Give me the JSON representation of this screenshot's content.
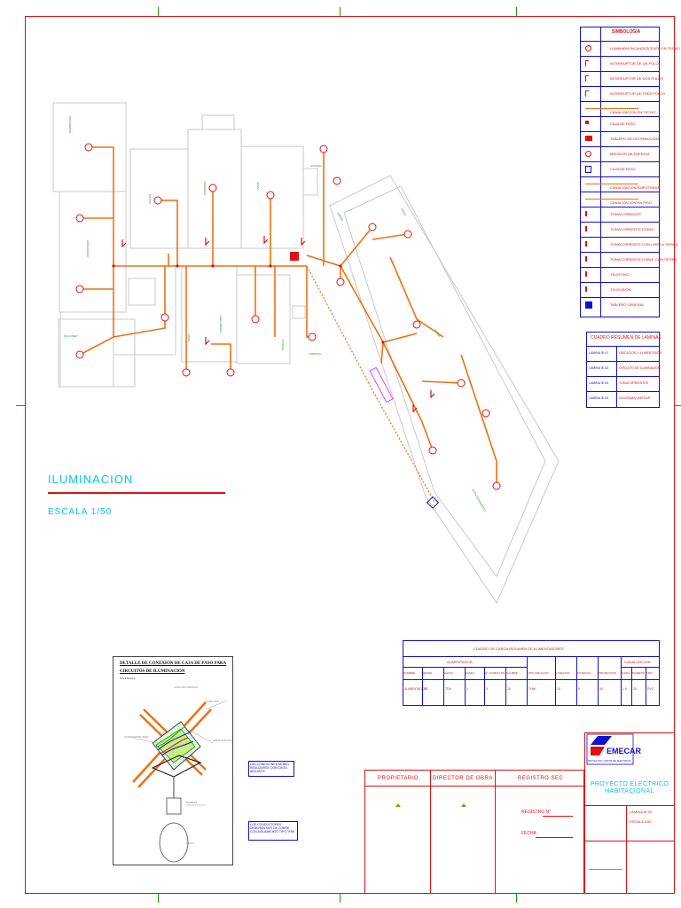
{
  "title": {
    "main": "ILUMINACION",
    "scale": "ESCALA 1/50"
  },
  "colors": {
    "frame": "#e01010",
    "table_border": "#1010d0",
    "cyan_text": "#00c8e0",
    "circuit": "#f07010",
    "wall": "#c8c8c8",
    "green_label": "#10a010"
  },
  "legend": {
    "header": "SIMBOLOGIA",
    "items": [
      {
        "label": "LUMINARIA INCANDESCENTE EN TECHO",
        "icon": "ceiling-light-icon"
      },
      {
        "label": "INTERRUPTOR DE UN POLO",
        "icon": "switch-single-icon"
      },
      {
        "label": "INTERRUPTOR DE DOS POLOS",
        "icon": "switch-double-icon"
      },
      {
        "label": "INTERRUPTOR DE TRES POLOS",
        "icon": "switch-triple-icon"
      },
      {
        "label": "CANALIZACION EN TECHO",
        "icon": "ceiling-conduit-icon"
      },
      {
        "label": "CAJA DE PASO",
        "icon": "junction-box-icon"
      },
      {
        "label": "TABLERO DE DISTRIBUCION",
        "icon": "distribution-board-icon"
      },
      {
        "label": "MEDIDOR DE ENERGIA",
        "icon": "meter-icon"
      },
      {
        "label": "CAJA DE PASO",
        "icon": "pass-box-icon"
      },
      {
        "label": "CANALIZACION EMPOTRADA",
        "icon": "embedded-conduit-icon"
      },
      {
        "label": "CANALIZACION EN PISO",
        "icon": "floor-conduit-icon"
      },
      {
        "label": "TOMACORRIENTE",
        "icon": "outlet-icon"
      },
      {
        "label": "TOMACORRIENTE DOBLE",
        "icon": "double-outlet-icon"
      },
      {
        "label": "TOMACORRIENTE CON LINEA A TIERRA",
        "icon": "ground-outlet-icon"
      },
      {
        "label": "TOMACORRIENTE DOBLE CON TIERRA",
        "icon": "ground-double-outlet-icon"
      },
      {
        "label": "TELEFONO",
        "icon": "telephone-icon"
      },
      {
        "label": "TELEVISION",
        "icon": "tv-icon"
      },
      {
        "label": "TABLERO GENERAL",
        "icon": "main-board-icon"
      }
    ]
  },
  "lamp_table": {
    "header": "CUADRO RESUMEN DE LAMINAS",
    "rows": [
      {
        "code": "LAMINA IE-01",
        "desc": "UBICACION Y ALIMENTADOR"
      },
      {
        "code": "LAMINA IE-02",
        "desc": "CIRCUITO DE ILUMINACION"
      },
      {
        "code": "LAMINA IE-03",
        "desc": "TOMACORRIENTES"
      },
      {
        "code": "LAMINA IE-04",
        "desc": "DIAGRAMA UNIFILAR"
      }
    ]
  },
  "feeder_table": {
    "header": "CUADRO DE CARGA RESUMEN DE ALIMENTADORES",
    "group_left": "ALIMENTADOR",
    "group_right": "CANALIZACION",
    "columns": [
      "NOMBRE",
      "DESDE",
      "HASTA",
      "FASES",
      "N° CONDUCTORES",
      "CALIBRE",
      "TIPO AISLACION",
      "LONGITUD",
      "POTENCIA",
      "PROTECCION",
      "CAIDA",
      "DIAMETRO",
      "TIPO"
    ],
    "row": [
      "ALIMENTADOR",
      "TG",
      "TDA",
      "1",
      "3",
      "10",
      "THW",
      "10",
      "5",
      "40",
      "1.5",
      "20",
      "PVC"
    ]
  },
  "detail": {
    "title_line1": "DETALLE DE CONEXION DE CAJA DE PASO PARA",
    "title_line2": "CIRCUITOS DE ILUMINACION",
    "scale": "SIN ESCALA",
    "notes": [
      "LAS CONEXIONES DEBEN REALIZARSE CON CINTA AISLANTE",
      "LOS CONDUCTORES DEBERAN SER DE COBRE CON AISLAMIENTO TIPO THW"
    ],
    "callouts": [
      "CAJA OCTOGONAL",
      "TUBO PVC",
      "CONDUCTOR THW",
      "CINTA AISLANTE",
      "ROSETA",
      "FOCO"
    ]
  },
  "signatures": {
    "owner": "PROPIETARIO",
    "director": "DIRECTOR DE OBRA",
    "registry": "REGISTRO SEC",
    "reg_label": "REGISTRO N°",
    "date_label": "FECHA"
  },
  "title_block": {
    "company": "EMECAR",
    "company_sub": "PROYECTOS Y MONTAJES ELECTRICOS",
    "project": "PROYECTO ELECTRICO HABITACIONAL",
    "sheet_code": "LAMINA IE-02",
    "sheet_scale": "ESCALA 1/50"
  }
}
